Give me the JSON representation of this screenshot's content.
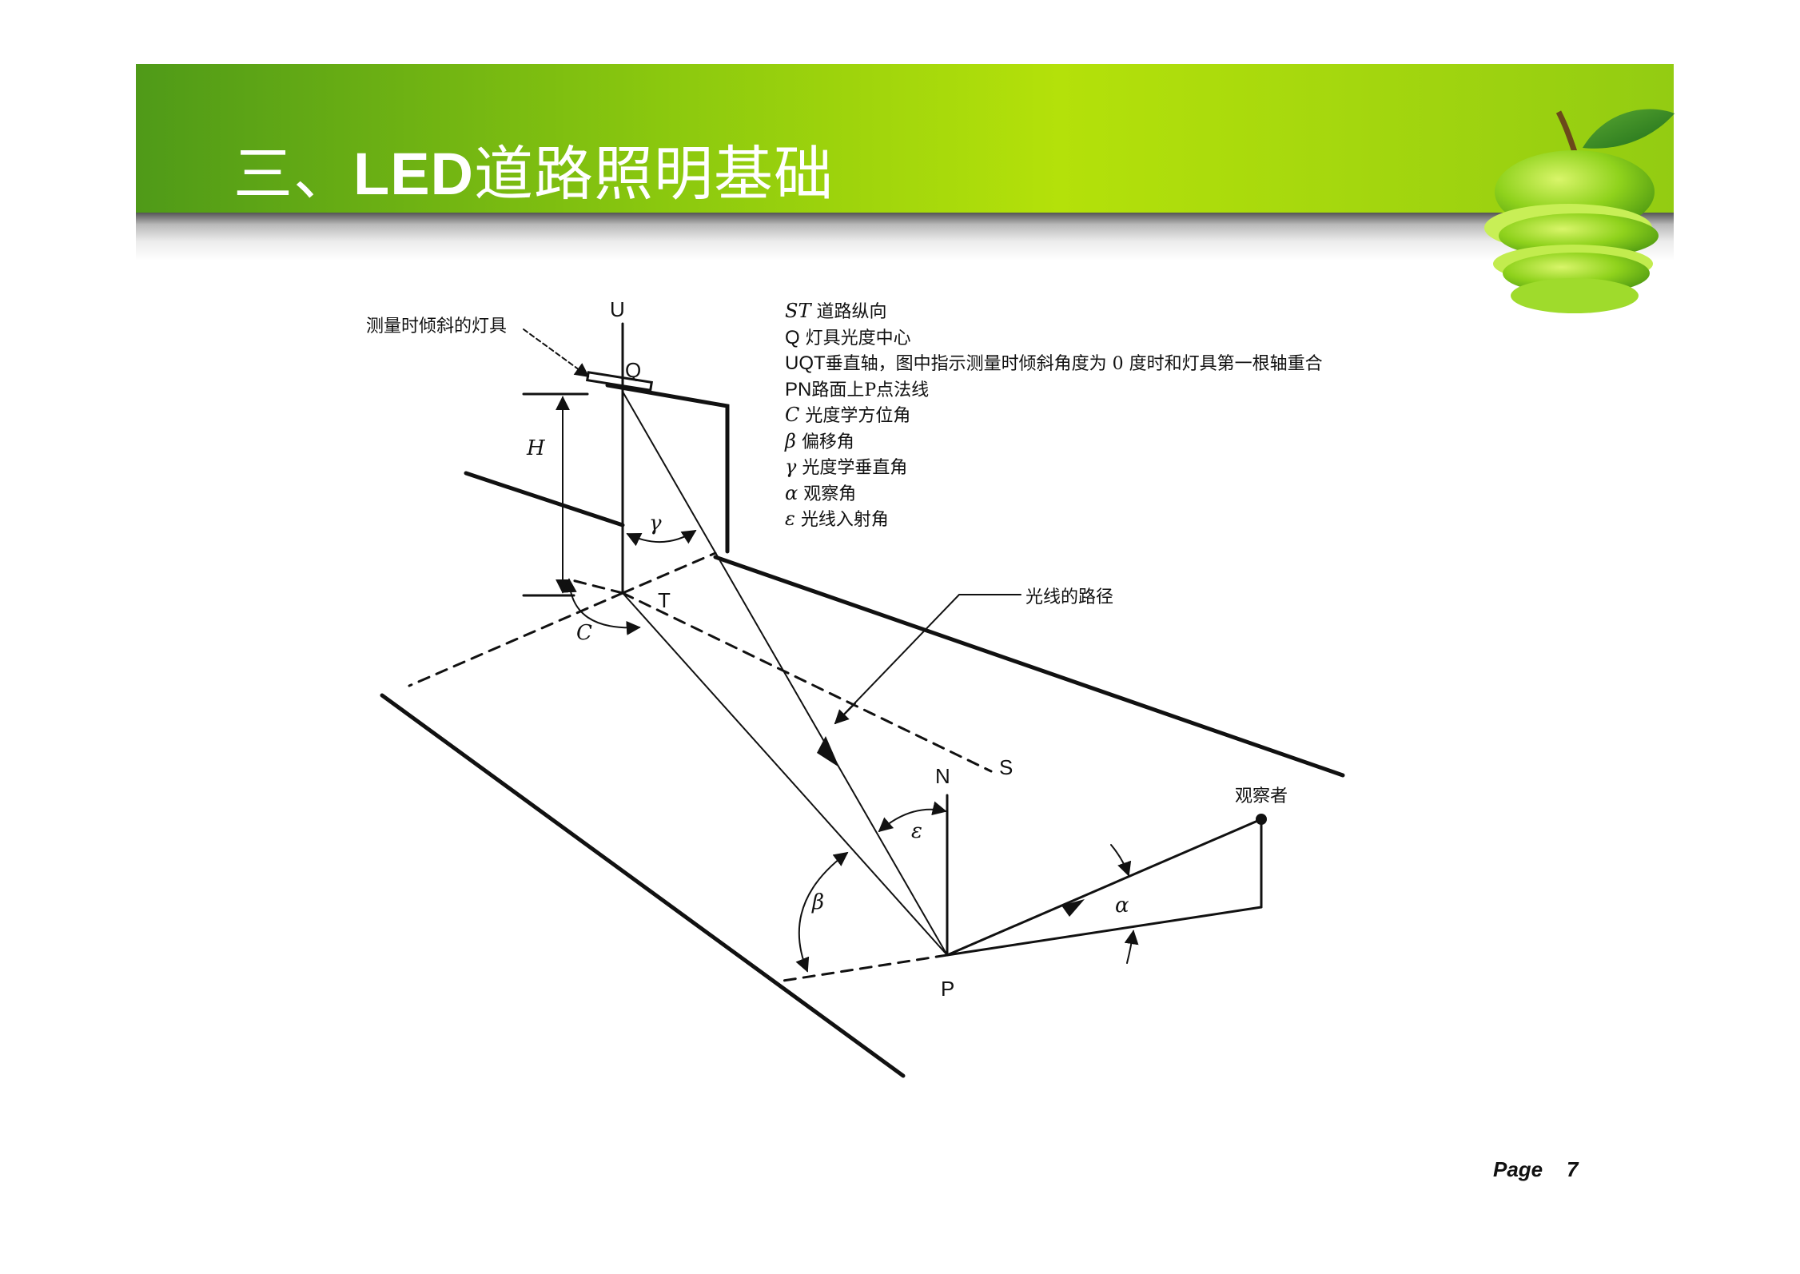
{
  "header": {
    "title_prefix": "三、",
    "title_latin": "LED",
    "title_suffix": "道路照明基础",
    "banner_colors": [
      "#4f9a18",
      "#b4e10a"
    ]
  },
  "decoration": {
    "icon": "green-apple-icon"
  },
  "diagram": {
    "points": {
      "U": "U",
      "Q": "Q",
      "H": "H",
      "T": "T",
      "C": "C",
      "S": "S",
      "N": "N",
      "P": "P",
      "gamma": "γ",
      "epsilon": "ε",
      "beta": "β",
      "alpha": "α"
    },
    "notes": {
      "tilted_luminaire": "测量时倾斜的灯具",
      "light_path": "光线的路径",
      "observer": "观察者"
    }
  },
  "legend": [
    {
      "symbol": "ST",
      "italic": true,
      "text": "道路纵向"
    },
    {
      "symbol": "Q",
      "italic": false,
      "text": "灯具光度中心"
    },
    {
      "symbol": "UQT",
      "italic": false,
      "text": "垂直轴，图中指示测量时倾斜角度为 0 度时和灯具第一根轴重合"
    },
    {
      "symbol": "PN",
      "italic": false,
      "text": "路面上P点法线"
    },
    {
      "symbol": "C",
      "italic": true,
      "text": "光度学方位角"
    },
    {
      "symbol": "β",
      "italic": true,
      "text": "偏移角"
    },
    {
      "symbol": "γ",
      "italic": true,
      "text": "光度学垂直角"
    },
    {
      "symbol": "α",
      "italic": true,
      "text": "观察角"
    },
    {
      "symbol": "ε",
      "italic": true,
      "text": "光线入射角"
    }
  ],
  "footer": {
    "page_label": "Page",
    "page_number": "7"
  }
}
